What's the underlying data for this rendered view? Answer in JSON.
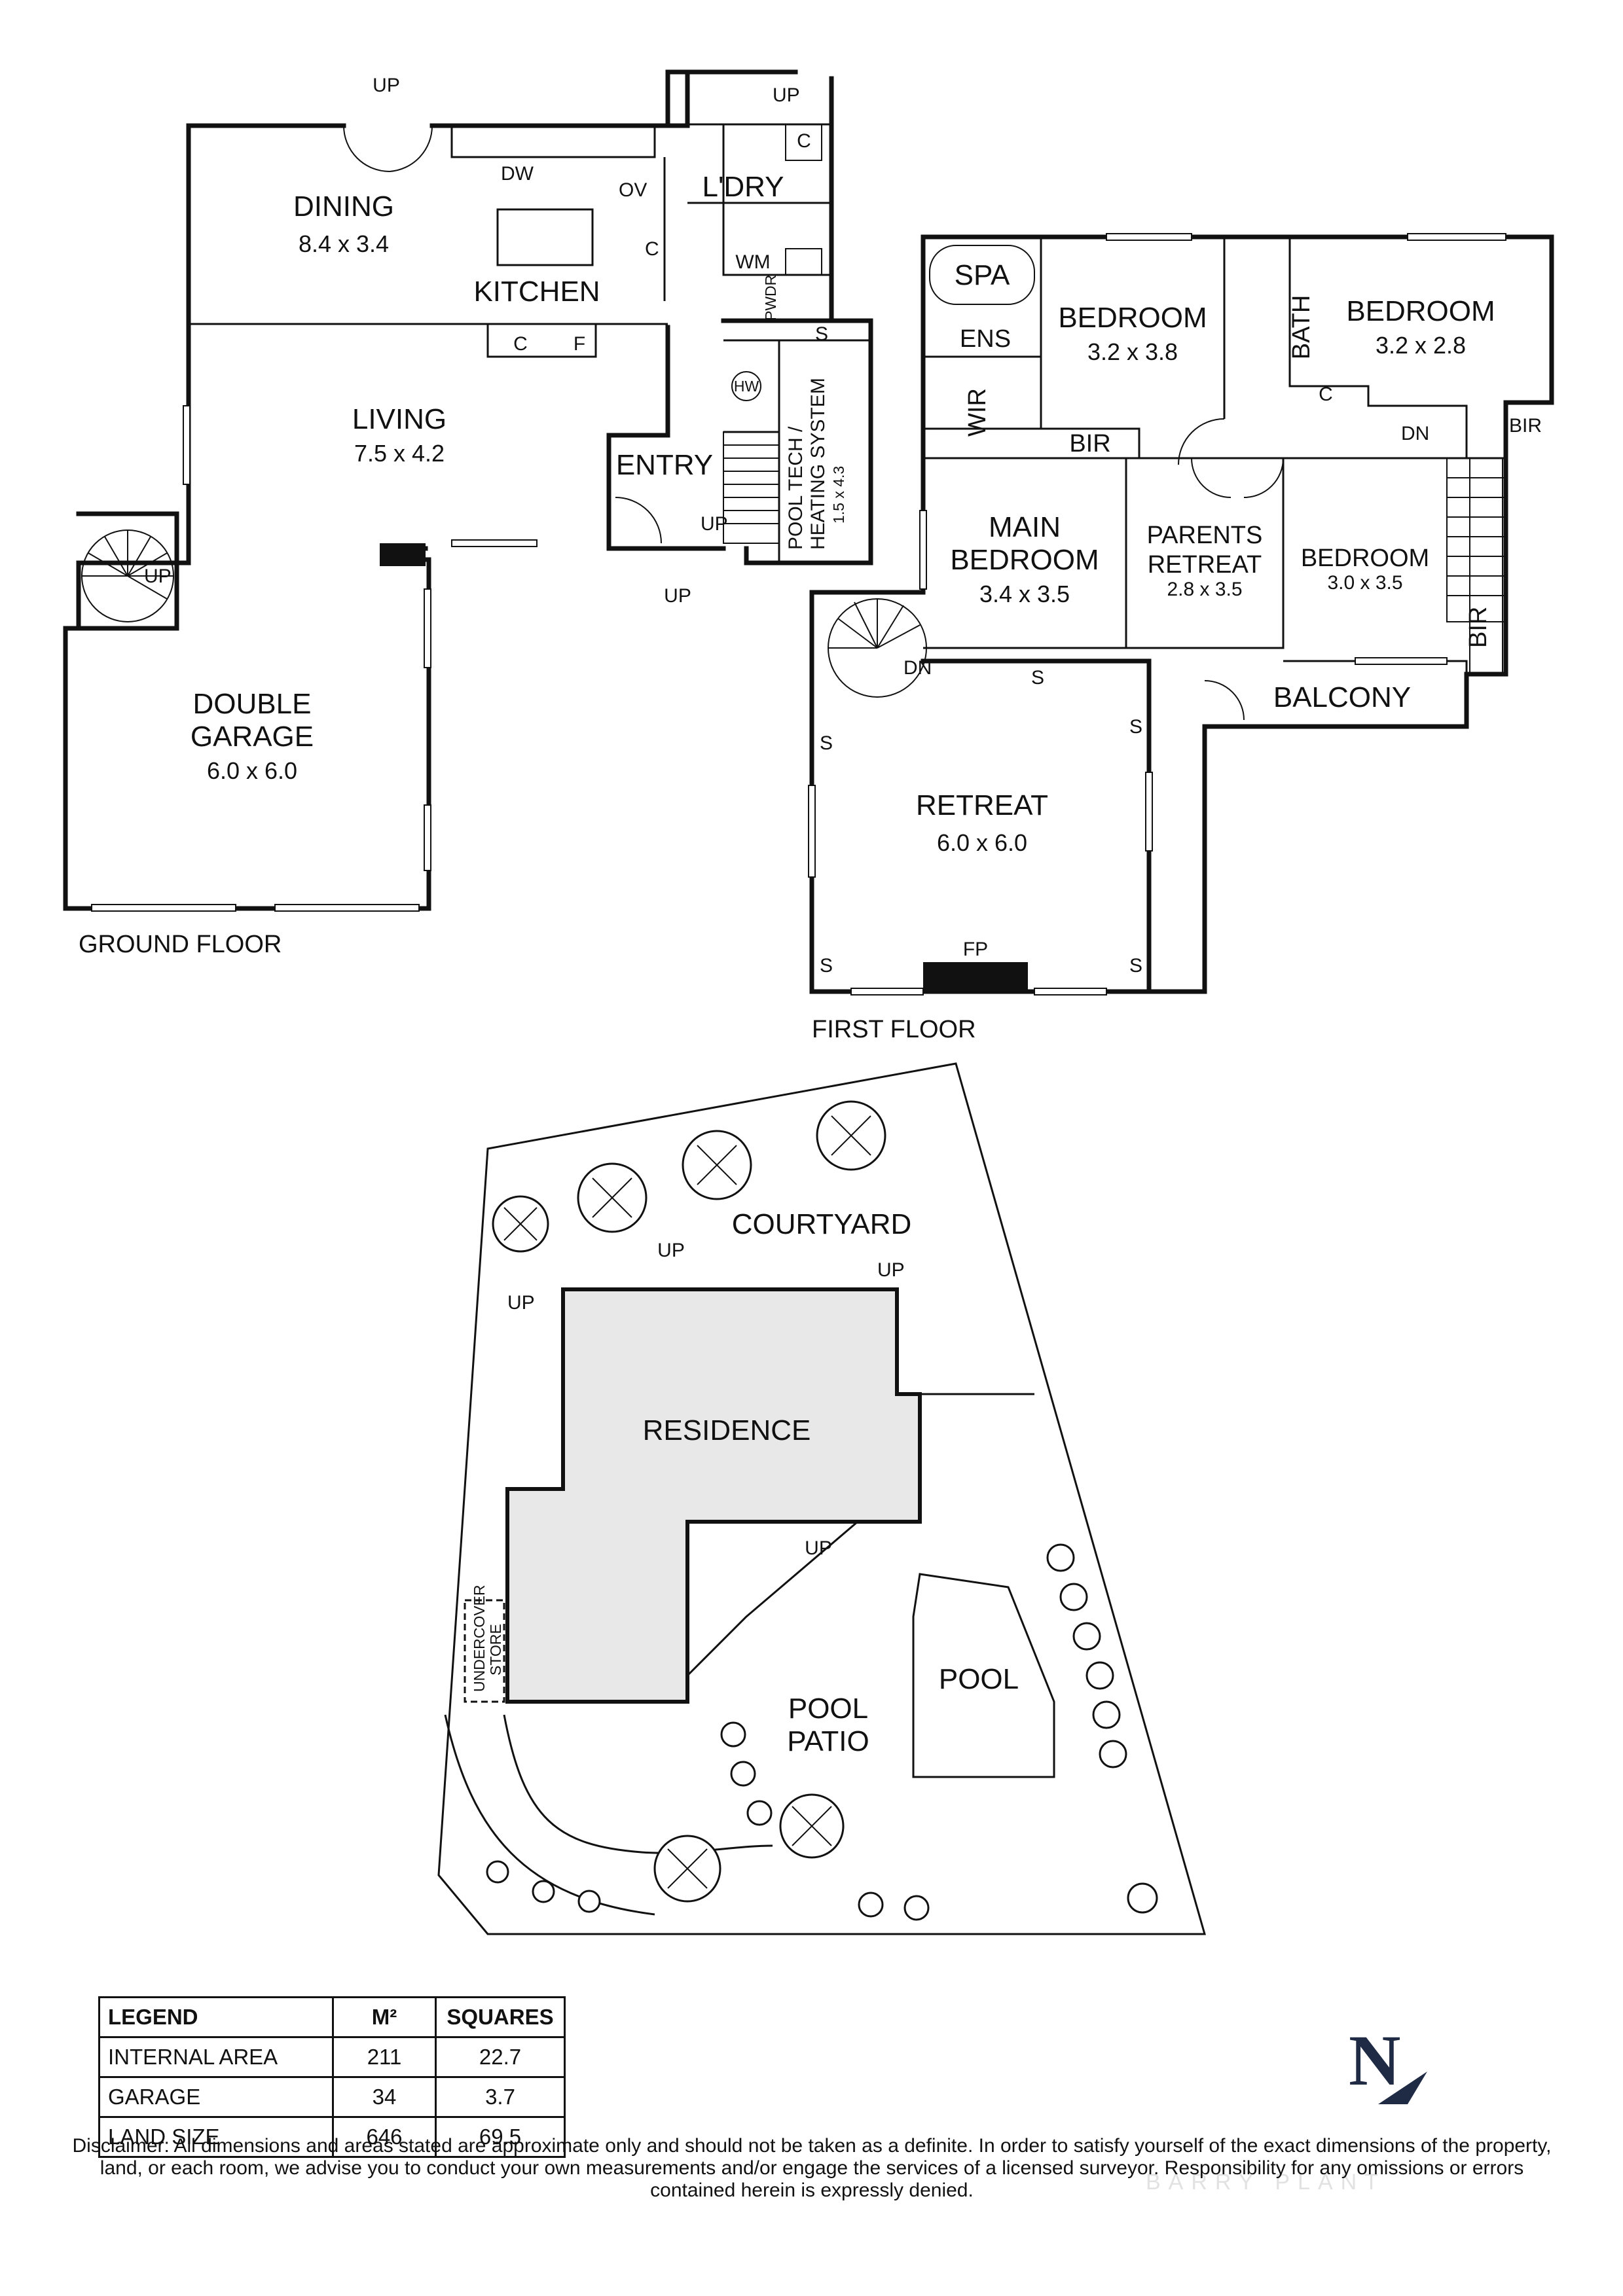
{
  "ground": {
    "dining": {
      "name": "DINING",
      "dim": "8.4 x 3.4"
    },
    "kitchen": {
      "name": "KITCHEN"
    },
    "living": {
      "name": "LIVING",
      "dim": "7.5 x 4.2"
    },
    "laundry": {
      "name": "L'DRY"
    },
    "entry": {
      "name": "ENTRY"
    },
    "pool_tech": {
      "name_line1": "POOL TECH /",
      "name_line2": "HEATING SYSTEM",
      "dim": "1.5 x 4.3"
    },
    "garage": {
      "name_line1": "DOUBLE",
      "name_line2": "GARAGE",
      "dim": "6.0 x 6.0"
    },
    "marks": {
      "up": "UP",
      "dw": "DW",
      "ov": "OV",
      "c": "C",
      "f": "F",
      "wm": "WM",
      "pwdr": "PWDR",
      "hw": "HW"
    },
    "floor_label": "GROUND FLOOR"
  },
  "first": {
    "spa": "SPA",
    "ens": "ENS",
    "wir": "WIR",
    "bir": "BIR",
    "bath": "BATH",
    "bedroom1": {
      "name": "BEDROOM",
      "dim": "3.2 x 3.8"
    },
    "bedroom2": {
      "name": "BEDROOM",
      "dim": "3.2 x 2.8"
    },
    "bedroom3": {
      "name": "BEDROOM",
      "dim": "3.0 x 3.5"
    },
    "main_bedroom": {
      "name_line1": "MAIN",
      "name_line2": "BEDROOM",
      "dim": "3.4 x 3.5"
    },
    "parents_retreat": {
      "name_line1": "PARENTS",
      "name_line2": "RETREAT",
      "dim": "2.8 x 3.5"
    },
    "balcony": "BALCONY",
    "retreat": {
      "name": "RETREAT",
      "dim": "6.0 x 6.0"
    },
    "marks": {
      "dn": "DN",
      "s": "S",
      "fp": "FP",
      "c": "C"
    },
    "floor_label": "FIRST FLOOR"
  },
  "site": {
    "courtyard": "COURTYARD",
    "residence": "RESIDENCE",
    "pool": "POOL",
    "pool_patio_line1": "POOL",
    "pool_patio_line2": "PATIO",
    "undercover_line1": "UNDERCOVER",
    "undercover_line2": "STORE",
    "up": "UP"
  },
  "legend": {
    "headers": [
      "LEGEND",
      "M²",
      "SQUARES"
    ],
    "rows": [
      [
        "INTERNAL AREA",
        "211",
        "22.7"
      ],
      [
        "GARAGE",
        "34",
        "3.7"
      ],
      [
        "LAND SIZE",
        "646",
        "69.5"
      ]
    ]
  },
  "north": "N",
  "disclaimer": "Disclaimer: All dimensions and areas stated are approximate only and should not be taken as a definite. In order to satisfy yourself of the exact dimensions of the property, land, or each room, we advise you to conduct your own measurements and/or engage the services of a licensed surveyor. Responsibility for any omissions or errors contained herein is expressly denied.",
  "watermark": "BARRY PLANT",
  "colors": {
    "walls": "#111111",
    "residence_fill": "#e8e8e8",
    "north": "#1f2a44"
  }
}
